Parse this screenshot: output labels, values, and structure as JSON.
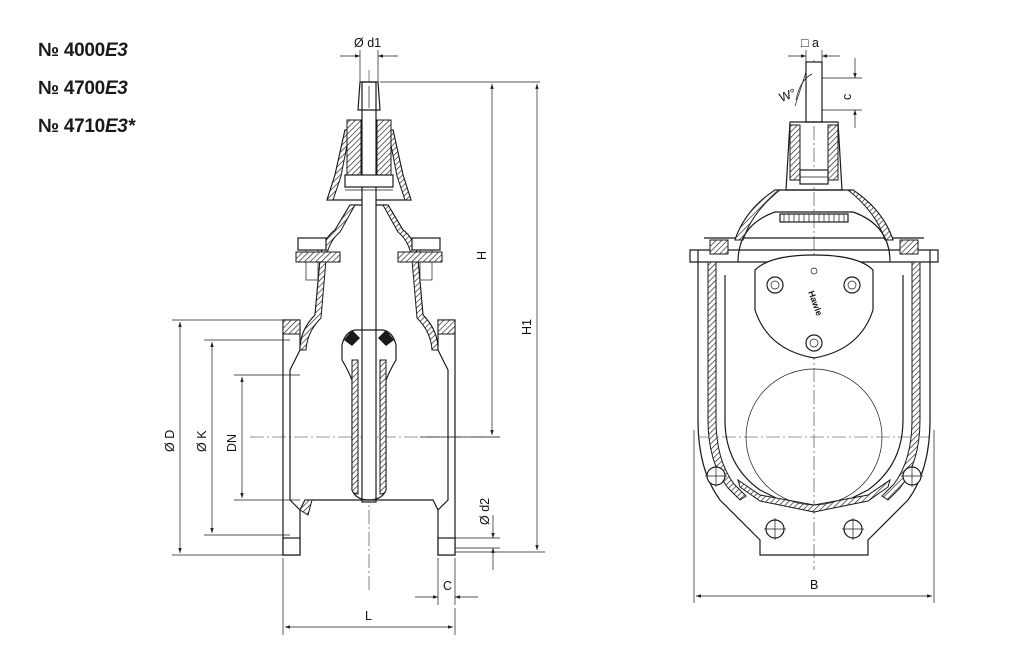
{
  "models": [
    {
      "number": "№ 4000",
      "suffix": "E3"
    },
    {
      "number": "№ 4700",
      "suffix": "E3"
    },
    {
      "number": "№ 4710",
      "suffix": "E3*"
    }
  ],
  "dimensions": {
    "d1": "Ø d1",
    "a": "□ a",
    "w": "W°",
    "c_top": "c",
    "h": "H",
    "h1": "H1",
    "d": "Ø D",
    "k": "Ø K",
    "dn": "DN",
    "d2": "Ø d2",
    "c_bottom": "C",
    "l": "L",
    "b": "B"
  },
  "brand_mark": "Hawle"
}
